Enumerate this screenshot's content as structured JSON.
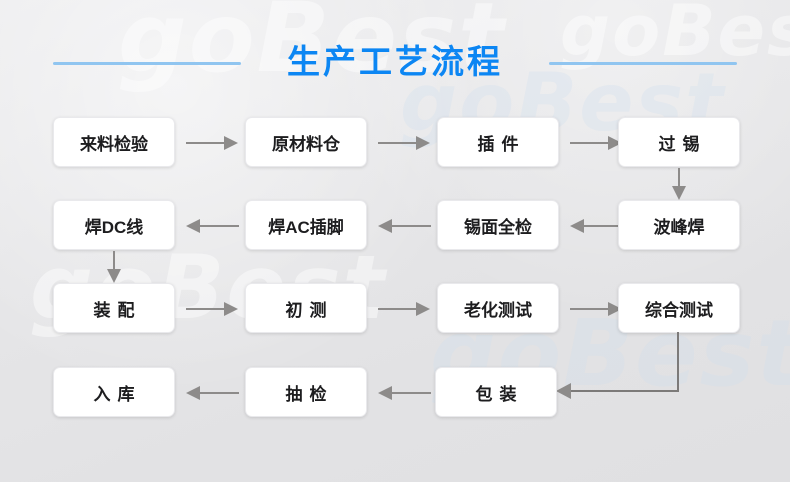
{
  "page": {
    "title": "生产工艺流程",
    "background_color": "#e4e4e6",
    "title_color": "#0c86f3",
    "rule_color": "#90c5f0",
    "node_fill": "#ffffff",
    "arrow_color": "#8d8b8a",
    "watermark_text": "goBest"
  },
  "flow": {
    "rows": [
      {
        "direction": "right",
        "nodes": [
          {
            "label": "来料检验",
            "spaced": false
          },
          {
            "label": "原材料仓",
            "spaced": false
          },
          {
            "label": "插件",
            "spaced": true
          },
          {
            "label": "过锡",
            "spaced": true
          }
        ]
      },
      {
        "direction": "left",
        "nodes": [
          {
            "label": "焊DC线",
            "spaced": false
          },
          {
            "label": "焊AC插脚",
            "spaced": false
          },
          {
            "label": "锡面全检",
            "spaced": false
          },
          {
            "label": "波峰焊",
            "spaced": false
          }
        ]
      },
      {
        "direction": "right",
        "nodes": [
          {
            "label": "装配",
            "spaced": true
          },
          {
            "label": "初测",
            "spaced": true
          },
          {
            "label": "老化测试",
            "spaced": false
          },
          {
            "label": "综合测试",
            "spaced": false
          }
        ]
      },
      {
        "direction": "left",
        "nodes": [
          {
            "label": "入库",
            "spaced": true
          },
          {
            "label": "抽检",
            "spaced": true
          },
          {
            "label": "包装",
            "spaced": true
          }
        ]
      }
    ],
    "connectors": [
      {
        "name": "tin-to-wave-solder",
        "type": "vertical-down",
        "from": "过锡",
        "to": "波峰焊"
      },
      {
        "name": "dcwire-to-assembly",
        "type": "vertical-down",
        "from": "焊DC线",
        "to": "装配"
      },
      {
        "name": "finaltest-to-packing",
        "type": "elbow-down-left",
        "from": "综合测试",
        "to": "包装"
      }
    ]
  }
}
